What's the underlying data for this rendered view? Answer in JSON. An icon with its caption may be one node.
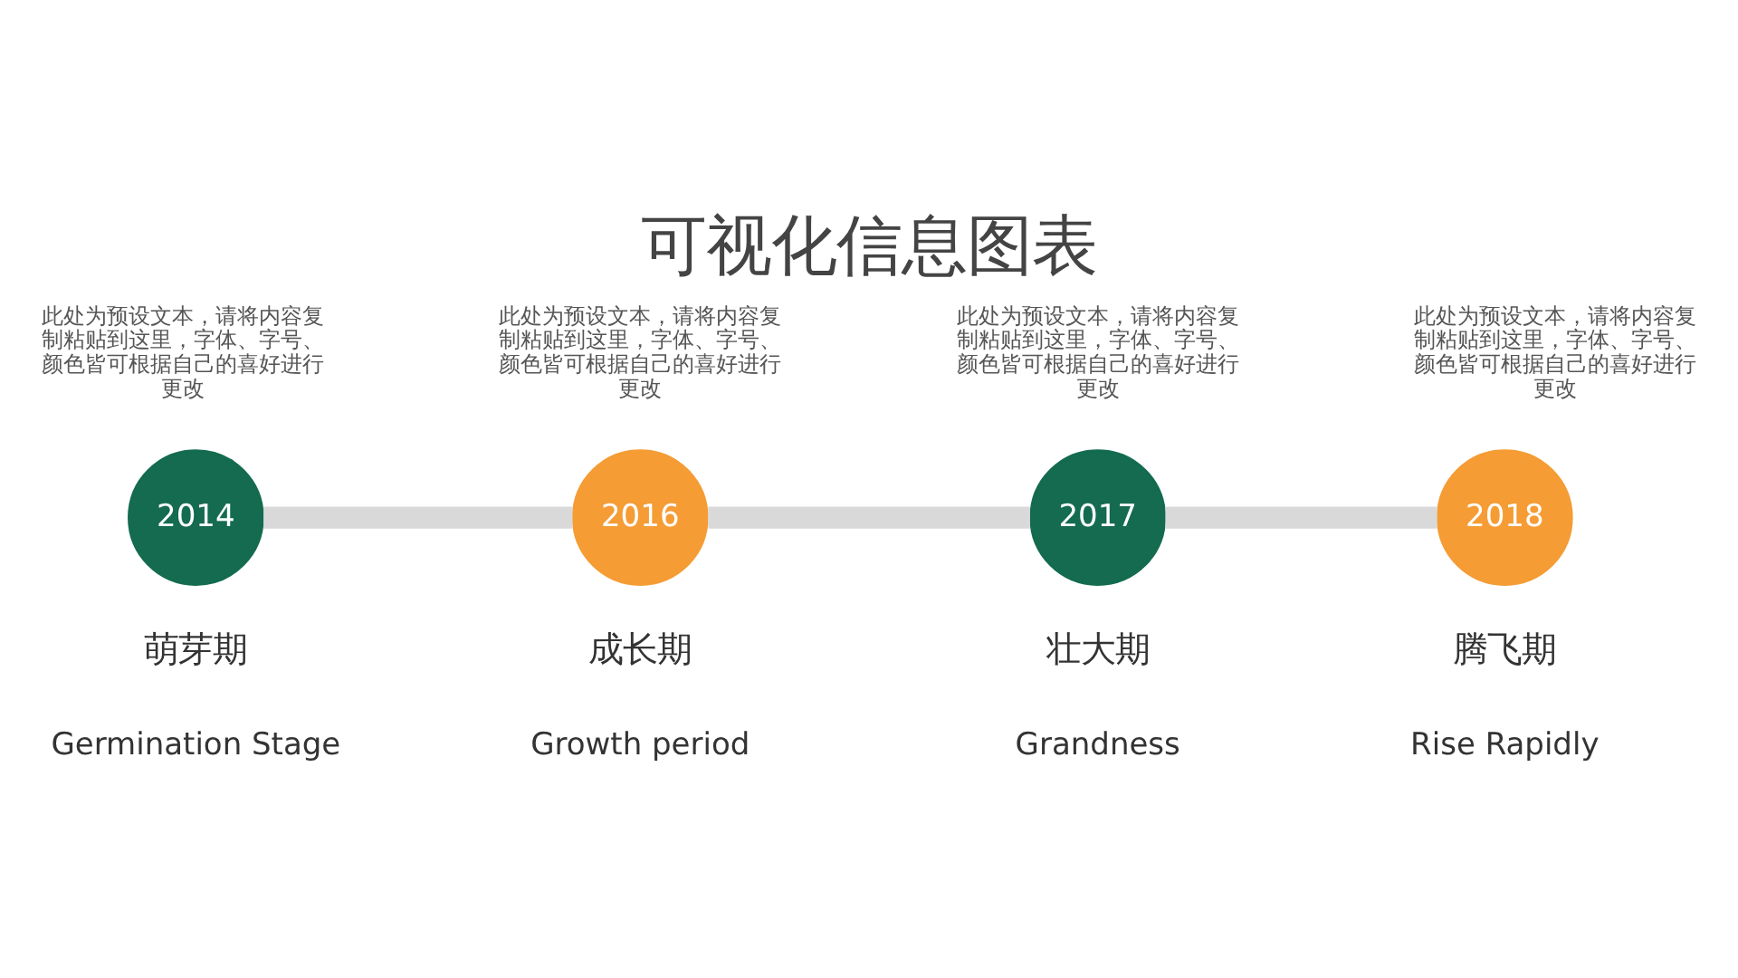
{
  "diagram": {
    "title": "可视化信息图表",
    "nodes": [
      {
        "text": [
          "2014"
        ],
        "beside": [
          "此处为预设文本，请将内容复制粘贴到这里，字体、字号、颜色皆可根据自己的喜好进行更改",
          "萌芽期",
          "Germination Stage"
        ]
      },
      {
        "text": [
          "2016"
        ],
        "beside": [
          "此处为预设文本，请将内容复制粘贴到这里，字体、字号、颜色皆可根据自己的喜好进行更改",
          "成长期",
          "Growth period"
        ]
      },
      {
        "text": [
          "2017"
        ],
        "beside": [
          "此处为预设文本，请将内容复制粘贴到这里，字体、字号、颜色皆可根据自己的喜好进行更改",
          "壮大期",
          "Grandness"
        ]
      },
      {
        "text": [
          "2018"
        ],
        "beside": [
          "此处为预设文本，请将内容复制粘贴到这里，字体、字号、颜色皆可根据自己的喜好进行更改",
          "腾飞期",
          "Rise Rapidly"
        ]
      }
    ],
    "edges": [
      {
        "from": 0,
        "to": 1,
        "arrow": "none"
      },
      {
        "from": 1,
        "to": 2,
        "arrow": "none"
      },
      {
        "from": 2,
        "to": 3,
        "arrow": "none"
      }
    ]
  }
}
